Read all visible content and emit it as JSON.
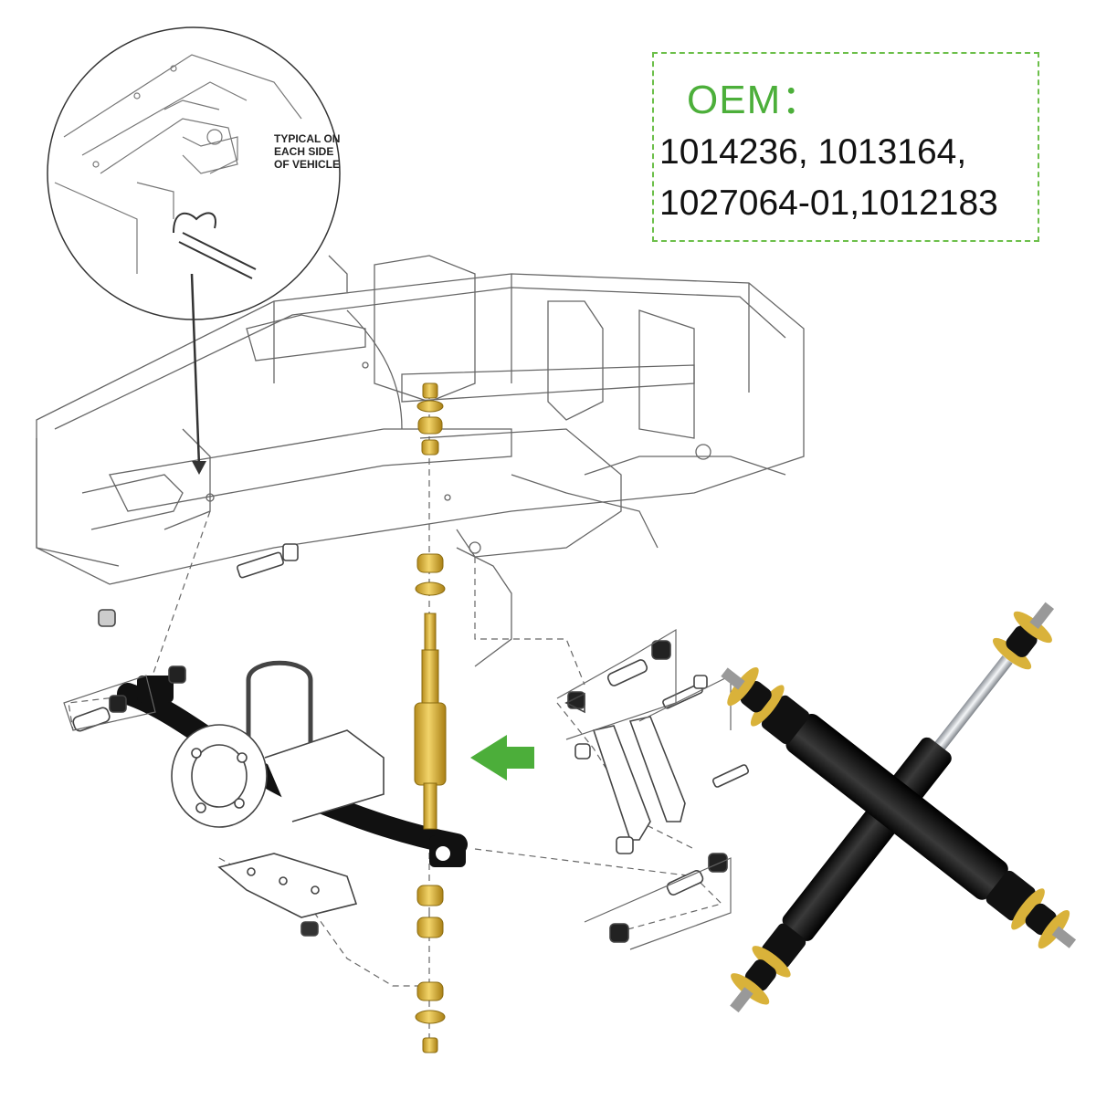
{
  "callout": {
    "lines": [
      "TYPICAL ON",
      "EACH SIDE",
      "OF VEHICLE"
    ]
  },
  "oem": {
    "title": "OEM：",
    "line1": "1014236, 1013164,",
    "line2": "1027064-01,1012183"
  },
  "colors": {
    "oem_border": "#6cbf4a",
    "oem_title": "#4caf3a",
    "shock_part": "#d9b23a",
    "arrow": "#4cae3a",
    "shock_body": "#111111",
    "line_art": "#555555"
  },
  "icons": {
    "pointer": "green-arrow-left-icon"
  }
}
